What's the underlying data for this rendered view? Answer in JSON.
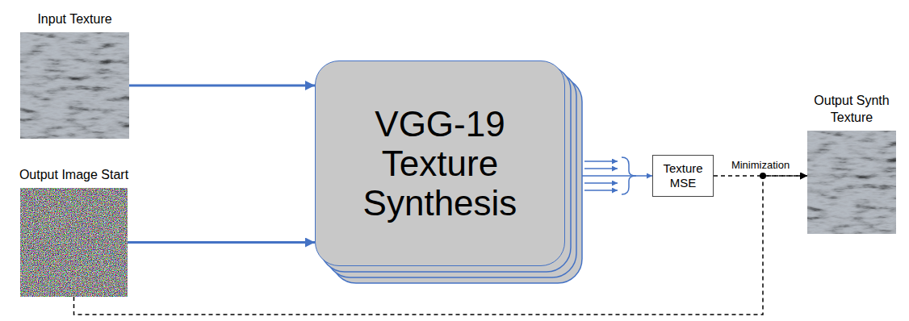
{
  "diagram": {
    "nodes": [
      {
        "text": [
          "Input Texture"
        ]
      },
      {
        "text": [
          "Output Image Start"
        ]
      },
      {
        "text": [
          "VGG-19 Texture Synthesis"
        ]
      },
      {
        "text": [
          "Texture MSE"
        ]
      },
      {
        "text": [
          "Output Synth Texture"
        ]
      }
    ],
    "edges": [
      {
        "from": 0,
        "to": 2,
        "arrow": "to"
      },
      {
        "from": 1,
        "to": 2,
        "arrow": "to"
      },
      {
        "from": 2,
        "to": 3,
        "arrow": "to"
      },
      {
        "from": 3,
        "to": 4,
        "label": "Minimization",
        "arrow": "to"
      },
      {
        "from": 1,
        "to": 4,
        "arrow": "to"
      }
    ]
  }
}
